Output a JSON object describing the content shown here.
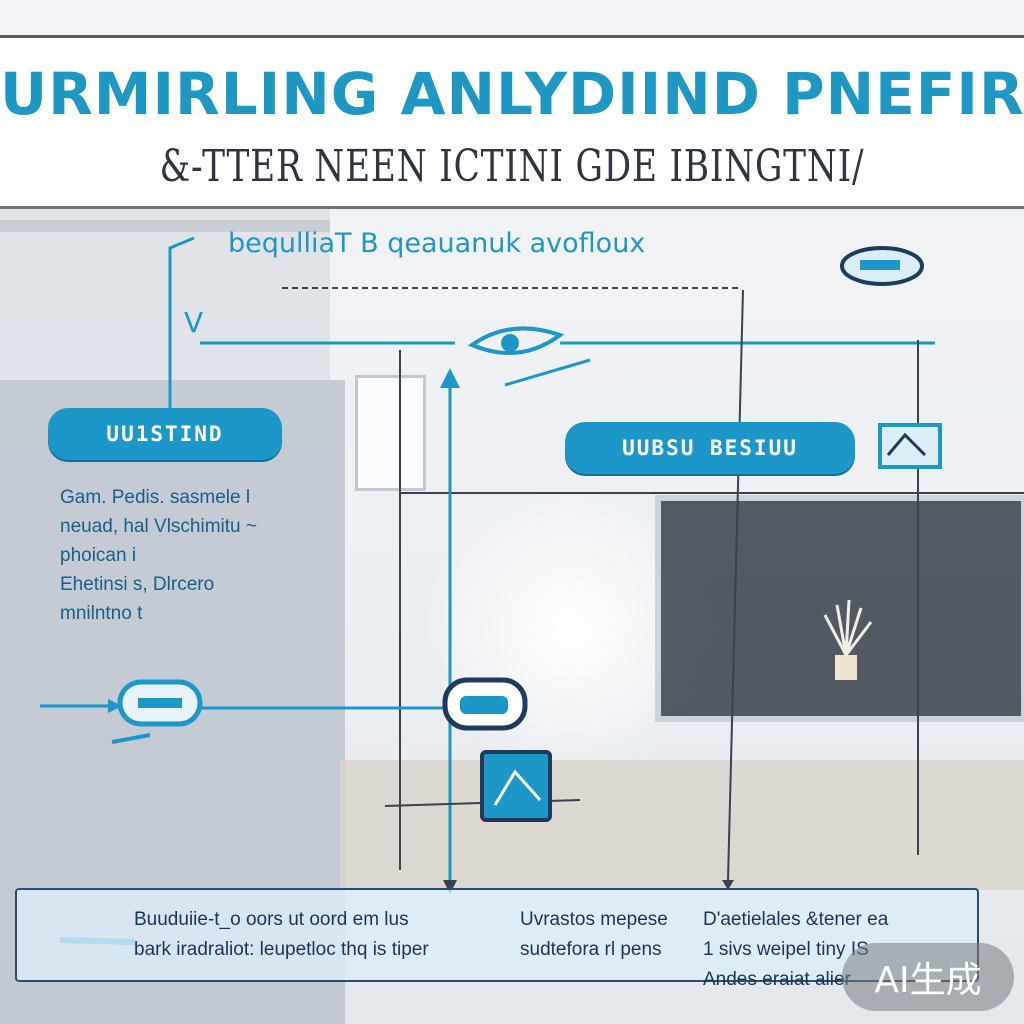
{
  "title": "URMIRLING ANLYDIIND PNEFIRI!",
  "subtitle": "&-TTER NEEN ICTINI GDE IBINGTNI/",
  "section_heading": "bequlliaT B qeauanuk avofloux",
  "v_label": "V",
  "left_pill": "UU1STIND",
  "right_pill": "UUBSU BESIUU",
  "left_text": [
    "Gam. Pedis. sasmele l",
    "neuad, hal Vlschimitu ~",
    "phoican i",
    "Ehetinsi s, Dlrcero",
    "mnilntno t"
  ],
  "footer": {
    "col1": [
      "Buuduiie-t_o oors ut oord em lus",
      "bark iradraliot: leupetloc thq is tiper"
    ],
    "col2": [
      "Uvrastos mepese",
      "sudtefora rl pens"
    ],
    "col3": [
      "D'aetielales  &tener ea",
      "1 sivs weipel tiny IS",
      "Andes eraiat alier"
    ]
  },
  "badge": "AI生成",
  "colors": {
    "accent": "#1d97c8",
    "title": "#1e97c2",
    "line_dark": "#3a4150",
    "footer_border": "#2e4d6b"
  }
}
